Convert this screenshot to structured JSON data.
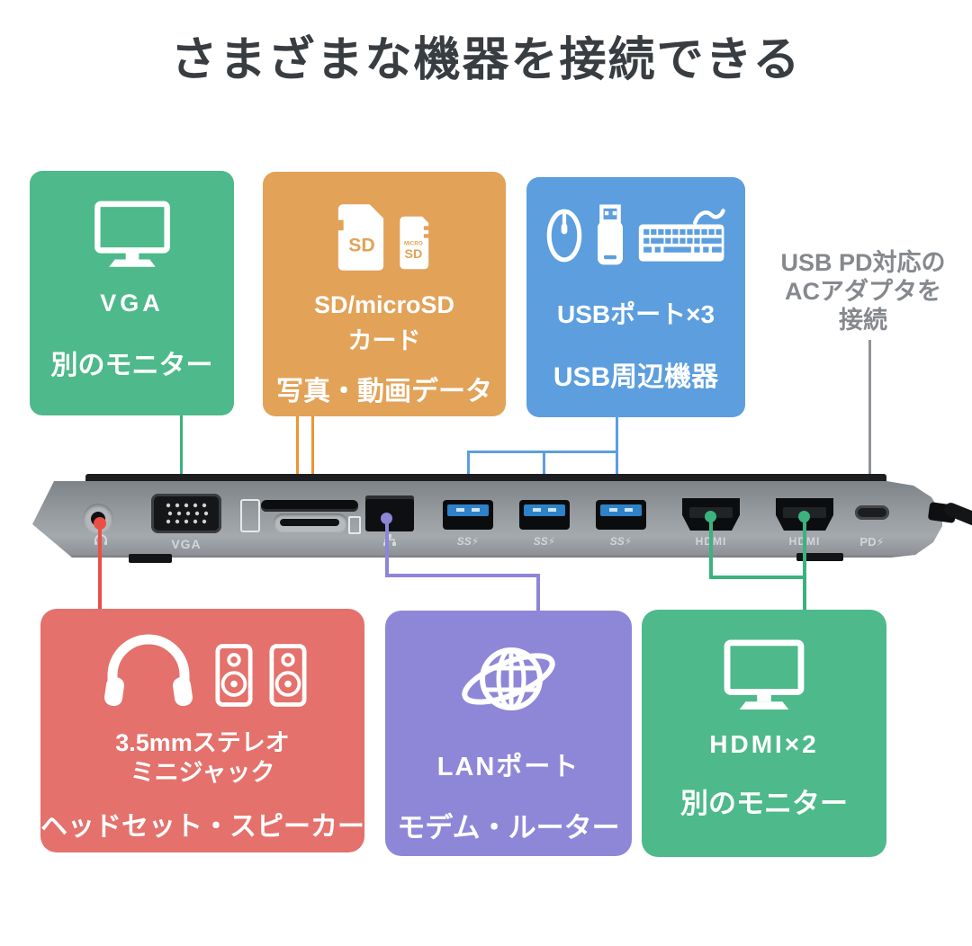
{
  "title": "さまざまな機器を接続できる",
  "colors": {
    "green": "#4eb98b",
    "orange": "#e2a258",
    "blue": "#5c9ede",
    "red": "#e4716b",
    "purple": "#8e87d8",
    "gray_note": "#85898d",
    "dot_green": "#3cb27e",
    "dot_orange": "#ef9433",
    "dot_blue": "#5d9ee0",
    "dot_red": "#ea4f45",
    "dot_purple": "#8d85d8",
    "dot_gray": "#8f9397"
  },
  "cards": {
    "vga": {
      "icon": "monitor-icon",
      "line1": "VGA",
      "line2": "別のモニター"
    },
    "sd": {
      "icons": [
        "sd-card-icon",
        "microsd-card-icon"
      ],
      "big_label": "SD",
      "micro_label_small": "MICRO",
      "micro_label": "SD",
      "line1": "SD/microSD",
      "line2": "カード",
      "line3": "写真・動画データ"
    },
    "usb": {
      "icons": [
        "mouse-icon",
        "usb-flash-drive-icon",
        "keyboard-icon"
      ],
      "line1": "USBポート×3",
      "line2": "USB周辺機器"
    },
    "pd_note": {
      "line1": "USB PD対応の",
      "line2": "ACアダプタを",
      "line3": "接続"
    },
    "headset": {
      "icons": [
        "headphones-icon",
        "speaker-icon",
        "speaker-icon"
      ],
      "line1": "3.5mmステレオ",
      "line2": "ミニジャック",
      "line3": "ヘッドセット・スピーカー"
    },
    "lan": {
      "icon": "globe-icon",
      "line1": "LANポート",
      "line2": "モデム・ルーター"
    },
    "hdmi": {
      "icon": "monitor-icon",
      "line1": "HDMI×2",
      "line2": "別のモニター"
    }
  },
  "device": {
    "vga_label": "VGA",
    "usb_label": "SS⚡",
    "hdmi_label": "HDMI",
    "pd_label": "PD⚡"
  }
}
